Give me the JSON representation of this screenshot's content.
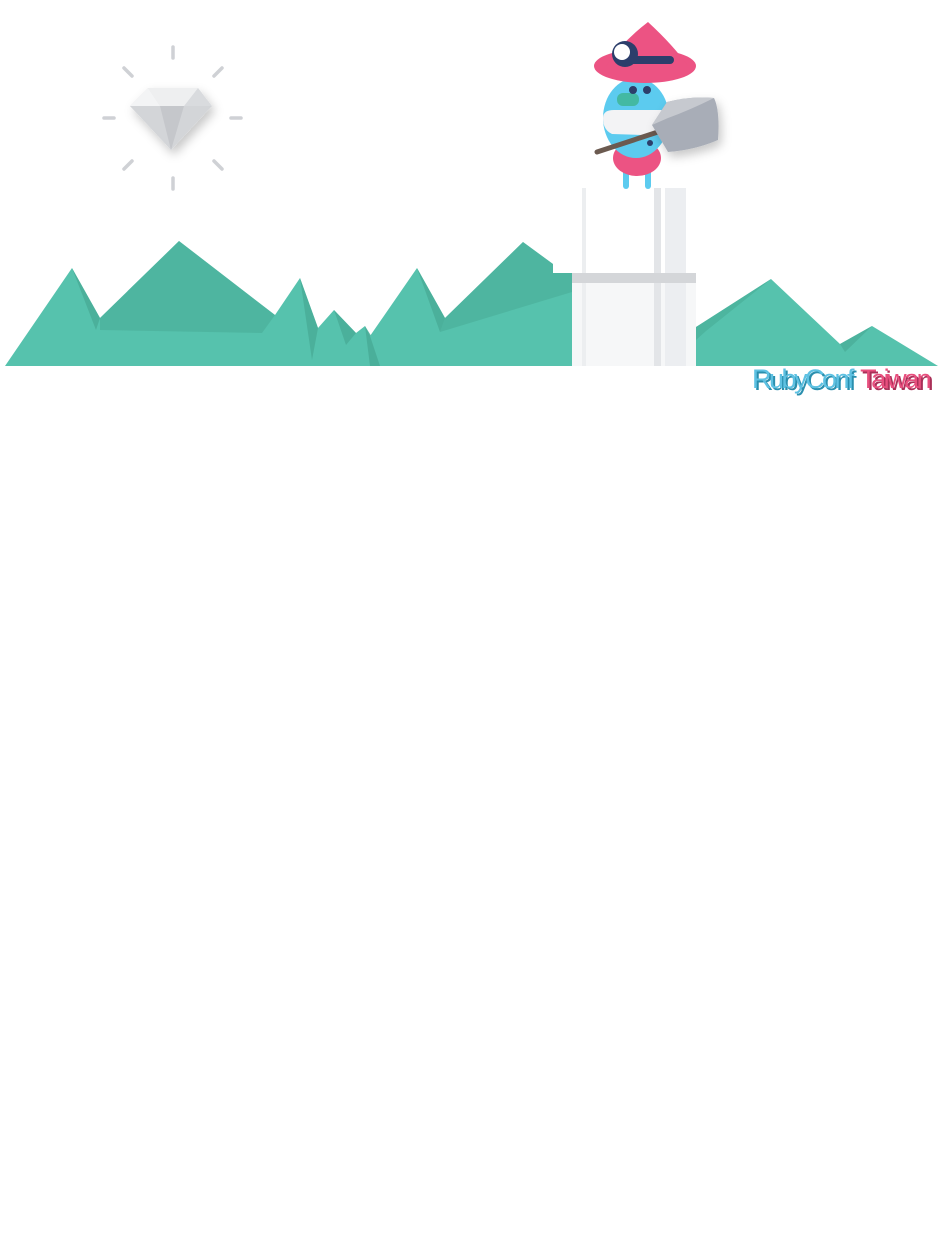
{
  "logo": {
    "ruby": "Ruby",
    "conf": "Conf",
    "taiwan": "Taiwan"
  },
  "icons": [
    "diamond-icon",
    "sparkle-ray-icon",
    "miner-mascot-icon",
    "mountain-range-icon",
    "mine-tower-icon"
  ],
  "colors": {
    "mountain": "#56c2ad",
    "mountain_shade": "#48ab96",
    "tower": "#eeeff1",
    "hat": "#ec5383",
    "mascot_body": "#5ccbef",
    "shovel": "#a8adb7",
    "logo_blue": "#5ec1e2",
    "logo_pink": "#e74f7e"
  }
}
